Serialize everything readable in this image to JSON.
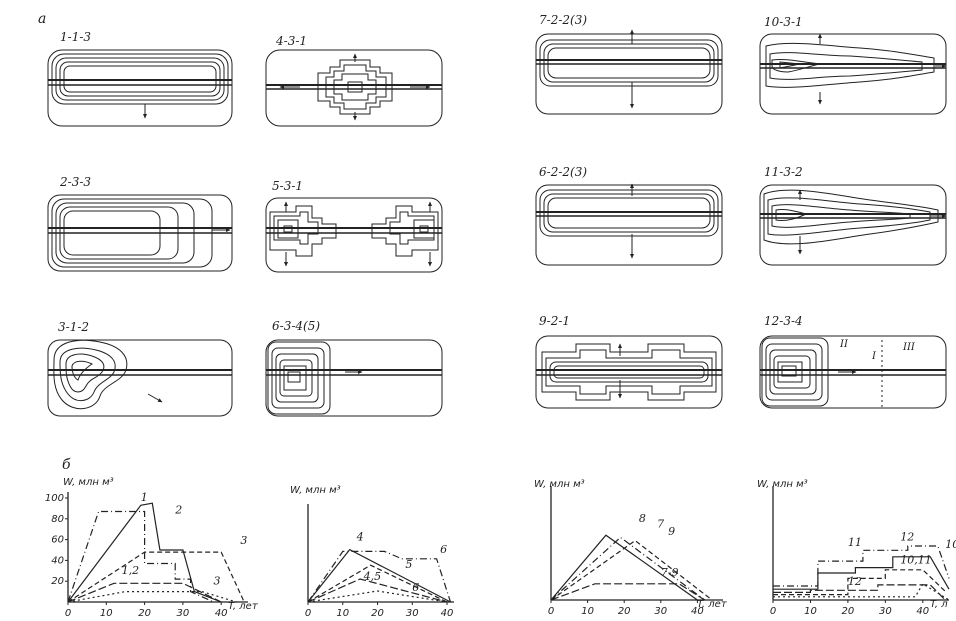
{
  "section_a": "а",
  "section_b": "б",
  "panel_codes": {
    "p1": "1-1-3",
    "p2": "4-3-1",
    "p3": "7-2-2(3)",
    "p4": "10-3-1",
    "p5": "2-3-3",
    "p6": "5-3-1",
    "p7": "6-2-2(3)",
    "p8": "11-3-2",
    "p9": "3-1-2",
    "p10": "6-3-4(5)",
    "p11": "9-2-1",
    "p12": "12-3-4"
  },
  "zone_labels": {
    "z2": "II",
    "z1": "I",
    "z3": "III"
  },
  "chart_data": [
    {
      "type": "line",
      "ylabel": "W, млн м³",
      "xlabel": "T, лет",
      "x_ticks": [
        "0",
        "10",
        "20",
        "30",
        "40"
      ],
      "y_ticks": [
        "20",
        "40",
        "60",
        "80",
        "100"
      ],
      "xlim": [
        0,
        47
      ],
      "ylim": [
        0,
        100
      ],
      "series": [
        {
          "name": "1",
          "points": [
            [
              0,
              0
            ],
            [
              19,
              93
            ],
            [
              22,
              95
            ],
            [
              24,
              50
            ],
            [
              30,
              50
            ],
            [
              33,
              10
            ],
            [
              40,
              0
            ]
          ]
        },
        {
          "name": "2",
          "points": [
            [
              0,
              0
            ],
            [
              8,
              87
            ],
            [
              20,
              87
            ],
            [
              20,
              37
            ],
            [
              28,
              37
            ],
            [
              28,
              22
            ],
            [
              32,
              22
            ],
            [
              32,
              10
            ],
            [
              38,
              0
            ]
          ]
        },
        {
          "name": "3",
          "points": [
            [
              0,
              0
            ],
            [
              20,
              48
            ],
            [
              40,
              48
            ],
            [
              46,
              0
            ]
          ]
        },
        {
          "name": "1,2",
          "points": [
            [
              0,
              0
            ],
            [
              12,
              18
            ],
            [
              30,
              18
            ],
            [
              40,
              0
            ]
          ]
        },
        {
          "name": "3",
          "points": [
            [
              0,
              0
            ],
            [
              15,
              10
            ],
            [
              35,
              10
            ],
            [
              44,
              0
            ]
          ]
        }
      ],
      "labels": [
        "1",
        "2",
        "3",
        "1,2",
        "3"
      ]
    },
    {
      "type": "line",
      "ylabel": "W, млн м³",
      "x_ticks": [
        "0",
        "10",
        "20",
        "30",
        "40"
      ],
      "xlim": [
        0,
        42
      ],
      "ylim": [
        0,
        100
      ],
      "series": [
        {
          "name": "4",
          "points": [
            [
              0,
              0
            ],
            [
              12,
              57
            ],
            [
              41,
              0
            ]
          ]
        },
        {
          "name": "6",
          "points": [
            [
              0,
              0
            ],
            [
              10,
              55
            ],
            [
              22,
              55
            ],
            [
              27,
              47
            ],
            [
              37,
              47
            ],
            [
              41,
              0
            ]
          ]
        },
        {
          "name": "5",
          "points": [
            [
              0,
              0
            ],
            [
              18,
              40
            ],
            [
              40,
              0
            ]
          ]
        },
        {
          "name": "4,5",
          "points": [
            [
              0,
              0
            ],
            [
              15,
              25
            ],
            [
              40,
              0
            ]
          ]
        },
        {
          "name": "6",
          "points": [
            [
              0,
              0
            ],
            [
              20,
              12
            ],
            [
              40,
              0
            ]
          ]
        }
      ],
      "labels": [
        "4",
        "6",
        "5",
        "4,5",
        "6"
      ]
    },
    {
      "type": "line",
      "ylabel": "W, млн м³",
      "xlabel": "T, лет",
      "x_ticks": [
        "0",
        "10",
        "20",
        "30",
        "40"
      ],
      "xlim": [
        0,
        47
      ],
      "ylim": [
        0,
        100
      ],
      "series": [
        {
          "name": "8",
          "points": [
            [
              0,
              0
            ],
            [
              15,
              60
            ],
            [
              40,
              0
            ]
          ]
        },
        {
          "name": "7",
          "points": [
            [
              0,
              0
            ],
            [
              19,
              58
            ],
            [
              42,
              0
            ]
          ]
        },
        {
          "name": "9",
          "points": [
            [
              0,
              0
            ],
            [
              23,
              55
            ],
            [
              44,
              0
            ]
          ]
        },
        {
          "name": "7-9",
          "points": [
            [
              0,
              0
            ],
            [
              12,
              15
            ],
            [
              35,
              15
            ],
            [
              42,
              0
            ]
          ]
        }
      ],
      "labels": [
        "8",
        "7",
        "9",
        "7-9"
      ]
    },
    {
      "type": "line",
      "ylabel": "W, млн м³",
      "xlabel": "T, л",
      "x_ticks": [
        "0",
        "10",
        "20",
        "30",
        "40"
      ],
      "xlim": [
        0,
        47
      ],
      "ylim": [
        0,
        100
      ],
      "series": [
        {
          "name": "11",
          "points": [
            [
              0,
              10
            ],
            [
              12,
              10
            ],
            [
              12,
              25
            ],
            [
              22,
              25
            ],
            [
              22,
              30
            ],
            [
              32,
              30
            ],
            [
              32,
              40
            ],
            [
              42,
              40
            ],
            [
              47,
              10
            ]
          ]
        },
        {
          "name": "12",
          "points": [
            [
              0,
              13
            ],
            [
              12,
              13
            ],
            [
              12,
              36
            ],
            [
              24,
              36
            ],
            [
              24,
              46
            ],
            [
              36,
              46
            ],
            [
              36,
              50
            ],
            [
              44,
              50
            ],
            [
              47,
              20
            ]
          ]
        },
        {
          "name": "10,11",
          "points": [
            [
              0,
              5
            ],
            [
              20,
              5
            ],
            [
              20,
              20
            ],
            [
              30,
              20
            ],
            [
              30,
              28
            ],
            [
              40,
              28
            ],
            [
              46,
              8
            ]
          ]
        },
        {
          "name": "12",
          "points": [
            [
              0,
              7
            ],
            [
              10,
              7
            ],
            [
              10,
              9
            ],
            [
              28,
              9
            ],
            [
              28,
              14
            ],
            [
              42,
              14
            ],
            [
              46,
              0
            ]
          ]
        },
        {
          "name": "10",
          "points": [
            [
              0,
              3
            ],
            [
              38,
              3
            ],
            [
              40,
              15
            ],
            [
              47,
              0
            ]
          ]
        }
      ],
      "labels": [
        "12",
        "11",
        "10,11",
        "12",
        "10"
      ]
    }
  ]
}
